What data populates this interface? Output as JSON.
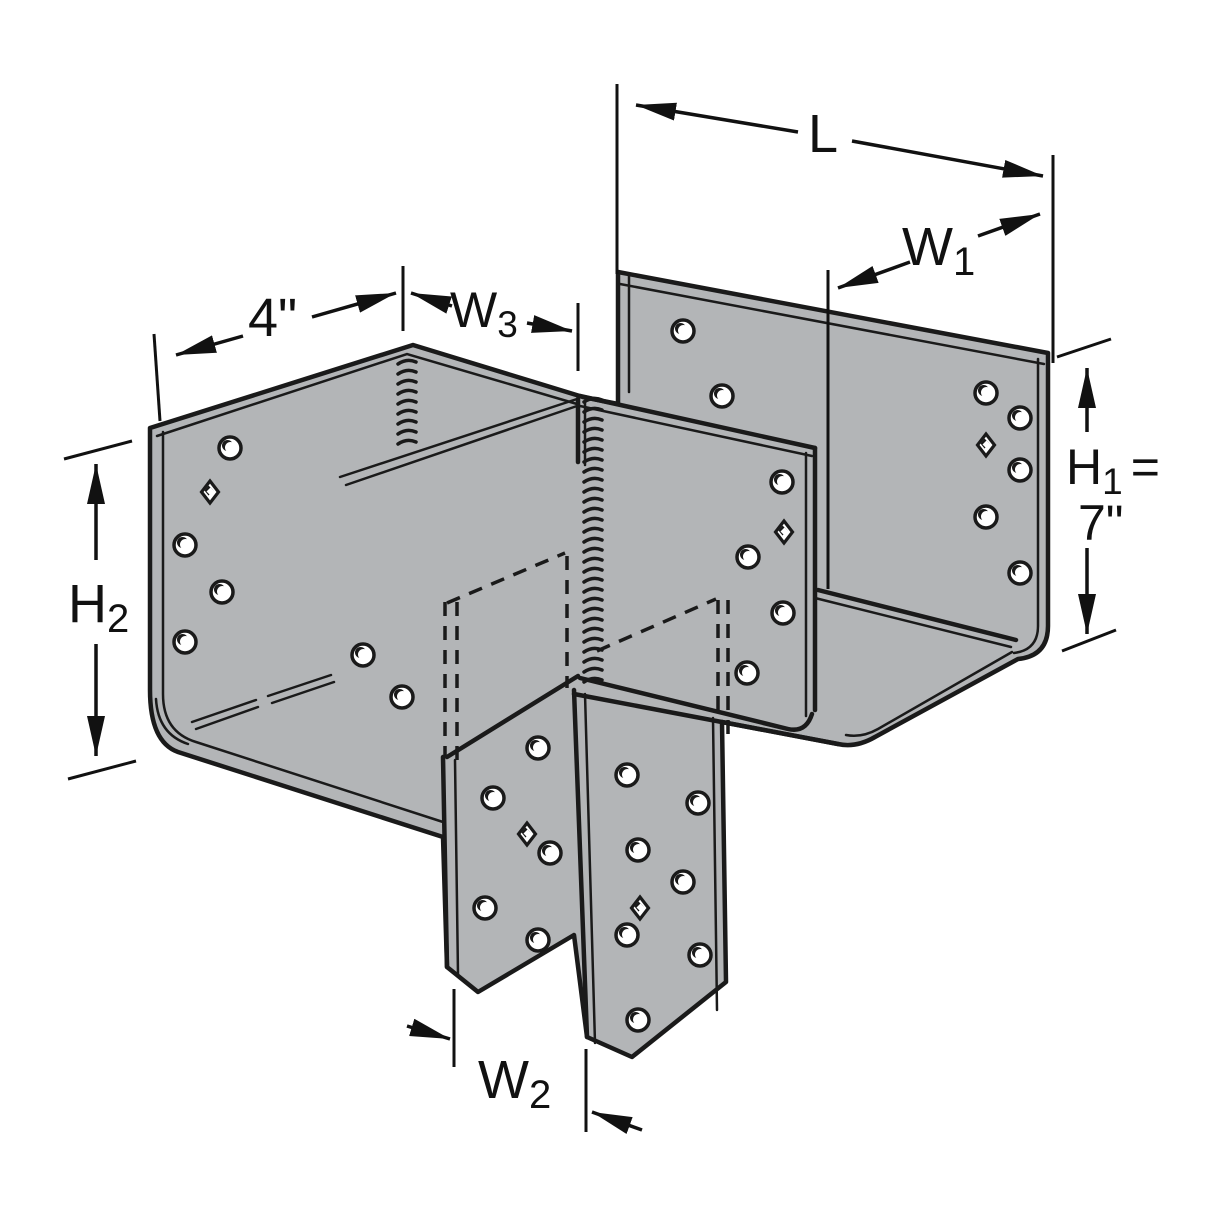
{
  "figure": {
    "type": "isometric technical line drawing",
    "subject": "column cap connector with two perpendicular beam channels and two column straps",
    "colors": {
      "metal": "#b3b5b7",
      "line": "#1a1a1a",
      "background": "#ffffff",
      "hole_fill": "#ffffff"
    },
    "features": {
      "beam_channels": 2,
      "column_straps": 2,
      "weld_seams": 2,
      "round_holes": 29,
      "diamond_holes": 5,
      "hidden_column_outline": "dashed"
    }
  },
  "dimensions": {
    "l": {
      "label": "L"
    },
    "w1": {
      "base": "W",
      "sub": "1"
    },
    "seat": {
      "label": "4\""
    },
    "w3": {
      "base": "W",
      "sub": "3"
    },
    "h1": {
      "base": "H",
      "sub": "1",
      "equals": "=",
      "value": "7\""
    },
    "h2": {
      "base": "H",
      "sub": "2"
    },
    "w2": {
      "base": "W",
      "sub": "2"
    }
  }
}
